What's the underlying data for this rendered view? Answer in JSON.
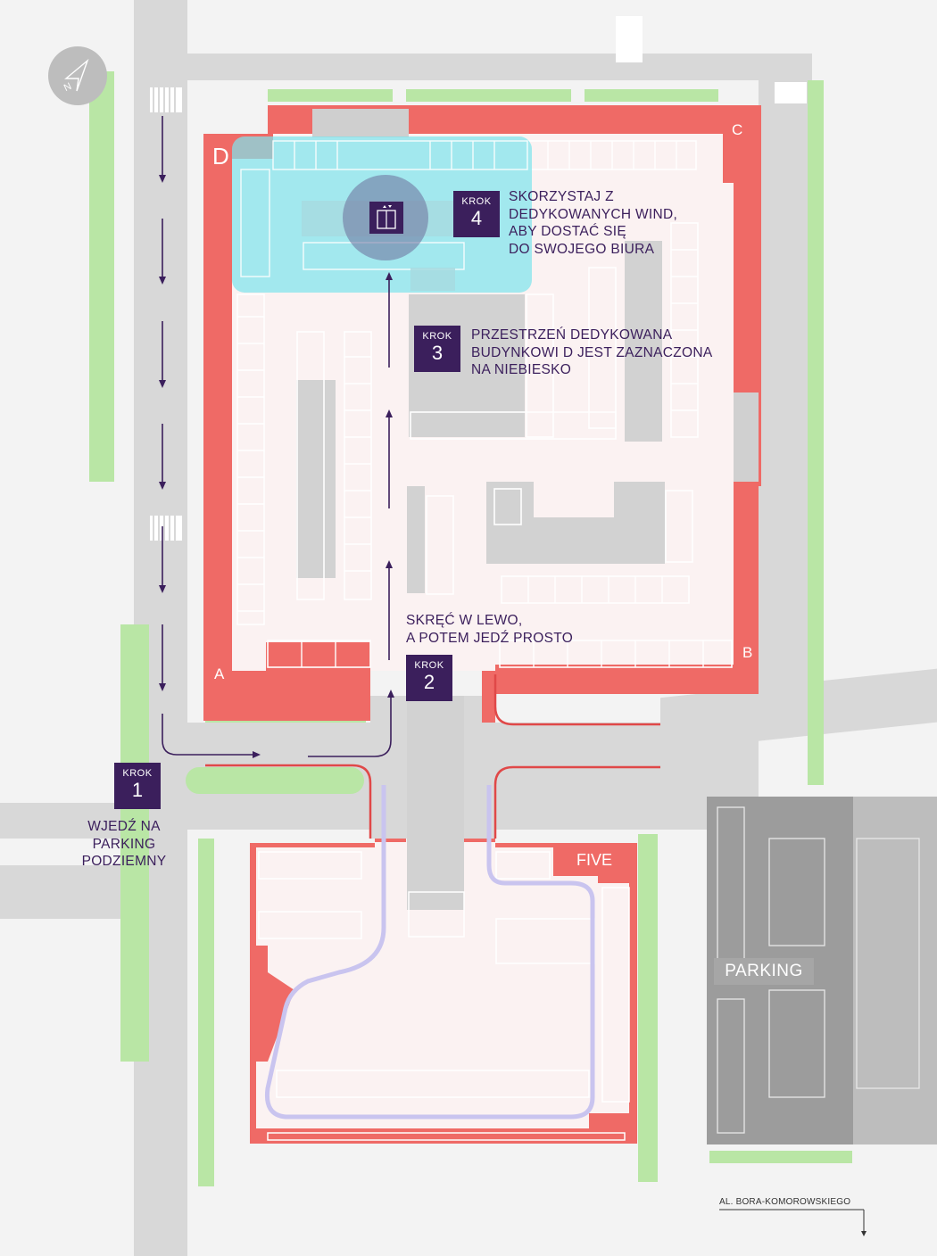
{
  "colors": {
    "building": "#ef6a66",
    "parking_floor": "#fbf2f2",
    "highlight": "#7fe3ec",
    "route": "#3b1f5c",
    "lane": "#c9c4ef",
    "grass": "#b9e6a5",
    "road": "#d9d9d9"
  },
  "compass": {
    "label": "N",
    "icon": "compass-arrow-icon"
  },
  "buildings": {
    "d_label": "D",
    "a_label": "A",
    "b_label": "B",
    "c_label": "C",
    "five_label": "FIVE"
  },
  "parking_label": "PARKING",
  "street_label": "AL. BORA-KOMOROWSKIEGO",
  "steps": [
    {
      "krok": "KROK",
      "number": "1",
      "text": "WJEDŹ NA\nPARKING\nPODZIEMNY"
    },
    {
      "krok": "KROK",
      "number": "2",
      "text": "SKRĘĆ W LEWO,\nA POTEM JEDŹ PROSTO"
    },
    {
      "krok": "KROK",
      "number": "3",
      "text": "PRZESTRZEŃ DEDYKOWANA\nBUDYNKOWI D JEST ZAZNACZONA\nNA NIEBIESKO"
    },
    {
      "krok": "KROK",
      "number": "4",
      "text": "SKORZYSTAJ Z\nDEDYKOWANYCH WIND,\nABY DOSTAĆ SIĘ\nDO SWOJEGO BIURA"
    }
  ],
  "elevator_icon": "elevator-icon"
}
